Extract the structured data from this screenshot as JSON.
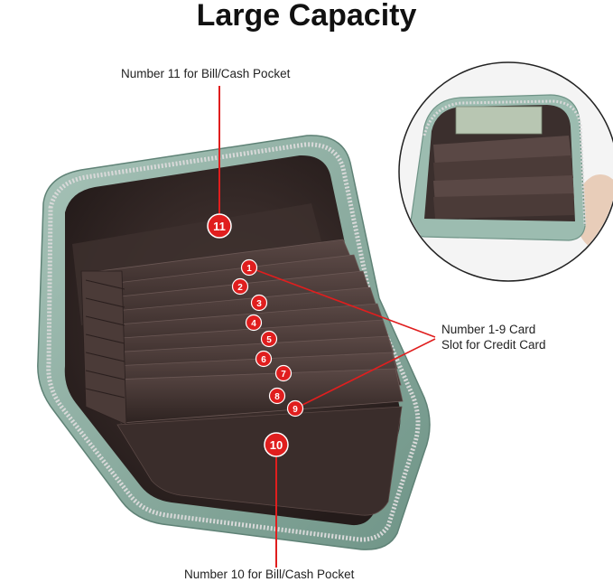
{
  "title": "Large Capacity",
  "labels": {
    "top": "Number 11 for Bill/Cash Pocket",
    "right_line1": "Number 1-9 Card",
    "right_line2": "Slot for Credit Card",
    "bottom": "Number 10 for Bill/Cash Pocket"
  },
  "badges": [
    "1",
    "2",
    "3",
    "4",
    "5",
    "6",
    "7",
    "8",
    "9",
    "10",
    "11"
  ],
  "colors": {
    "badge_red": "#e01e1e",
    "wallet_teal": "#8fb0a3",
    "wallet_interior": "#3a2d2b",
    "zipper": "#c9c9c9"
  }
}
